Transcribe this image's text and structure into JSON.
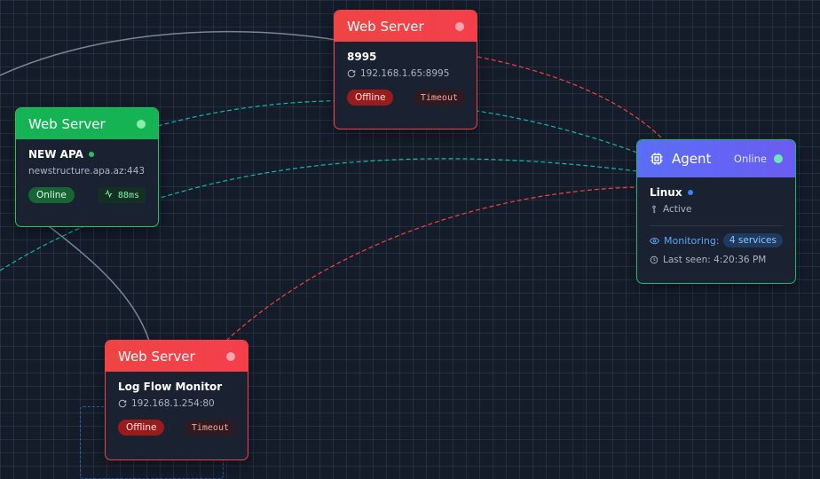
{
  "colors": {
    "canvas_bg": "#141c2a",
    "online_green": "#22c55e",
    "offline_red": "#ef4444",
    "agent_header": "#5b6ef5"
  },
  "nodes": {
    "web1": {
      "header": "Web Server",
      "name": "8995",
      "address": "192.168.1.65:8995",
      "status": "Offline",
      "latency": "Timeout"
    },
    "web2": {
      "header": "Web Server",
      "name": "NEW APA",
      "address": "newstructure.apa.az:443",
      "status": "Online",
      "latency": "88ms"
    },
    "web3": {
      "header": "Web Server",
      "name": "Log Flow Monitor",
      "address": "192.168.1.254:80",
      "status": "Offline",
      "latency": "Timeout"
    },
    "agent": {
      "header": "Agent",
      "header_status": "Online",
      "os": "Linux",
      "state": "Active",
      "monitoring_label": "Monitoring:",
      "services": "4 services",
      "last_seen": "Last seen: 4:20:36 PM"
    }
  },
  "icons": [
    "refresh-icon",
    "activity-icon",
    "cpu-icon",
    "key-icon",
    "eye-icon",
    "clock-icon"
  ]
}
